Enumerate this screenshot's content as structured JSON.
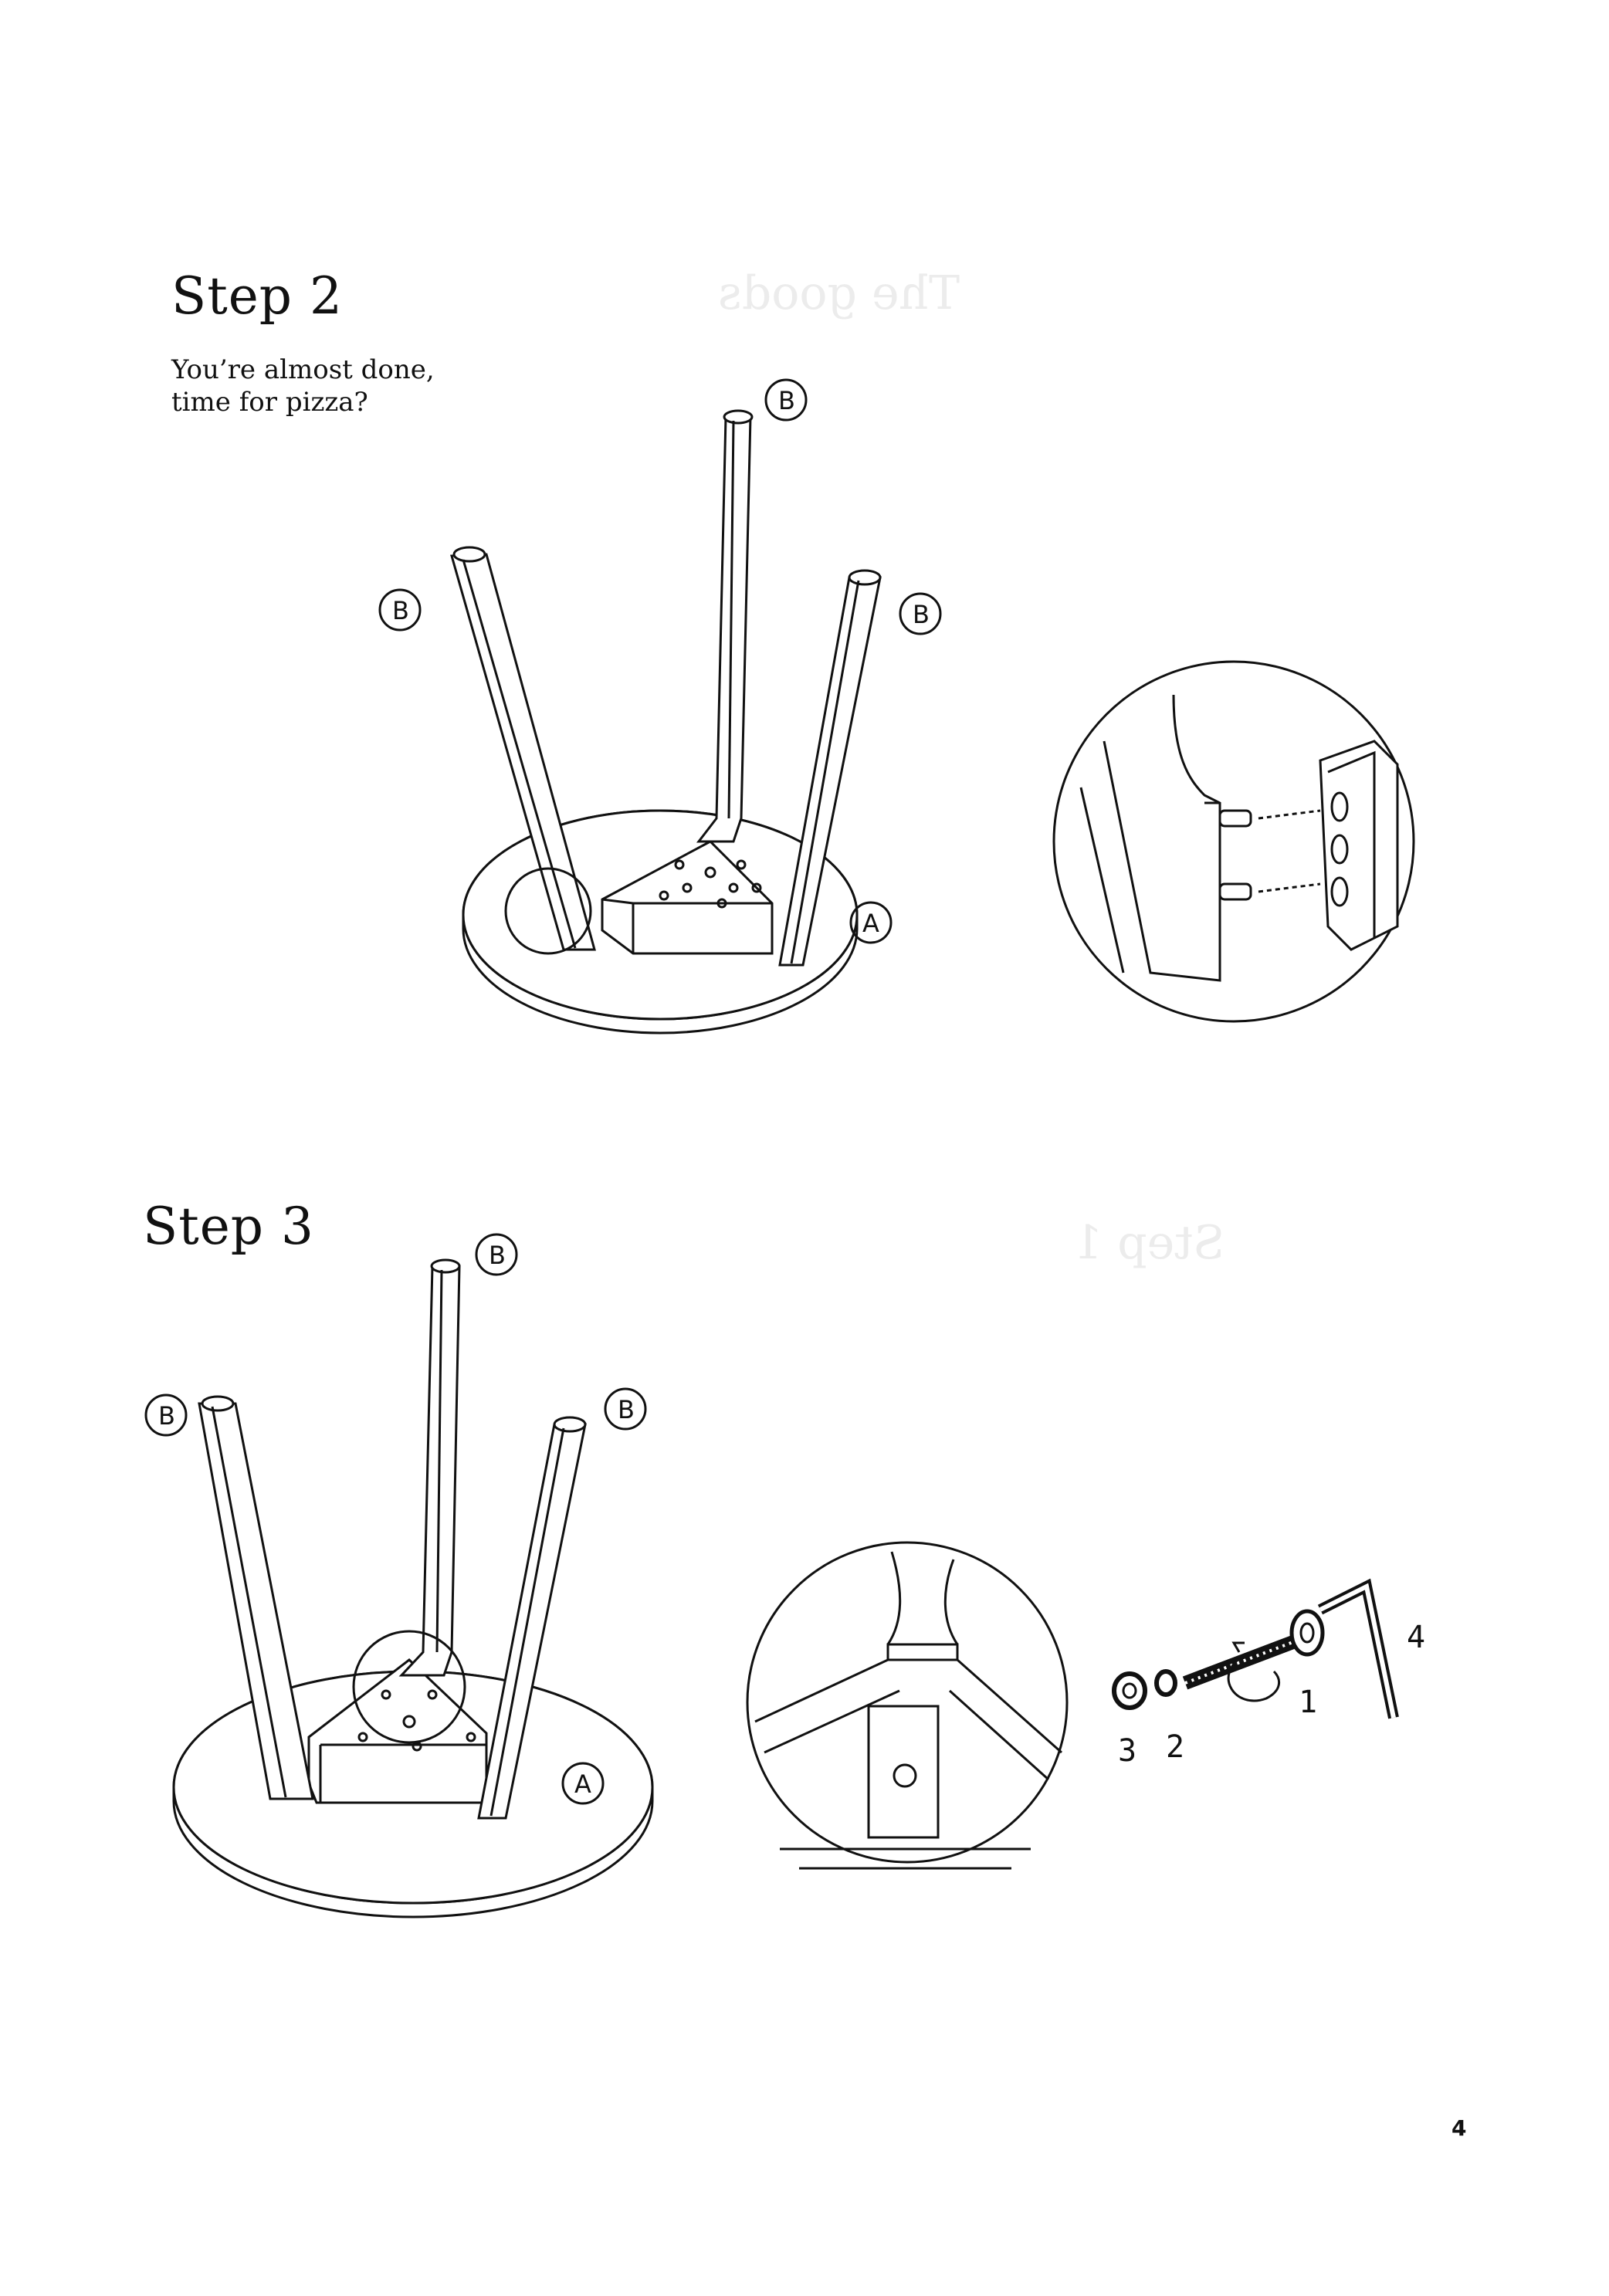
{
  "page": {
    "number": "4"
  },
  "step2": {
    "title": "Step 2",
    "subtitle_line1": "You’re almost done,",
    "subtitle_line2": "time for pizza?",
    "leg_label": "B",
    "top_label": "A"
  },
  "step3": {
    "title": "Step 3",
    "leg_label": "B",
    "top_label": "A",
    "parts": {
      "bolt": "1",
      "spring_washer": "2",
      "washer": "3",
      "allen_key": "4"
    }
  },
  "bleed_through": {
    "text1": "The goods",
    "text2": "Step 1"
  }
}
